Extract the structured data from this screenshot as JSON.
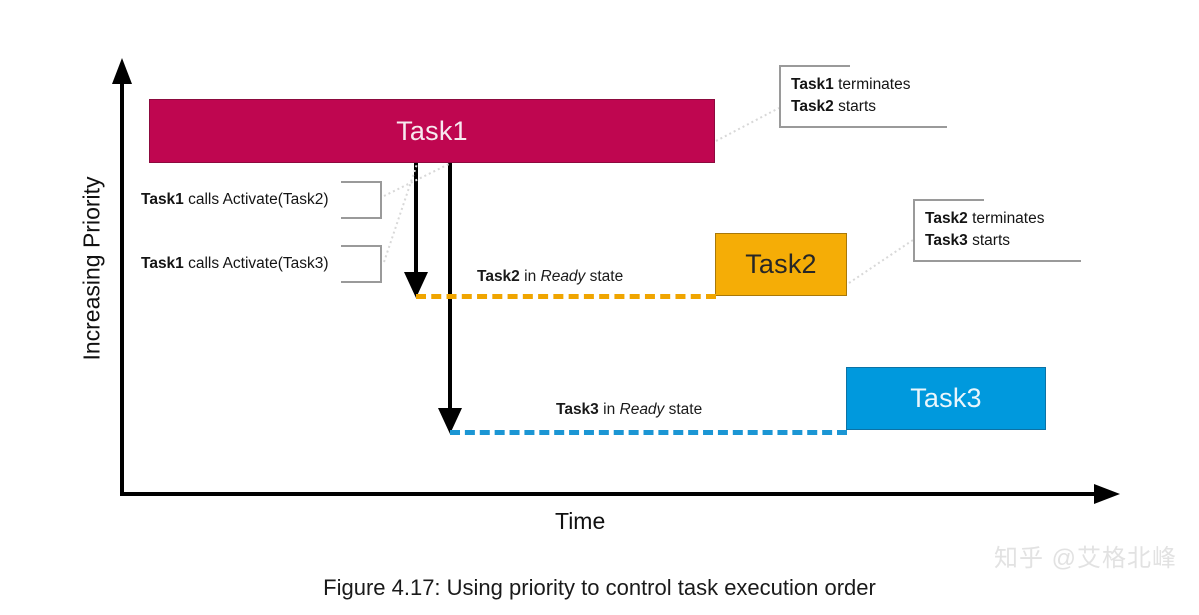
{
  "figure": {
    "caption": "Figure 4.17: Using priority to control task execution order",
    "watermark": "知乎 @艾格北峰"
  },
  "axes": {
    "y_title": "Increasing Priority",
    "x_title": "Time"
  },
  "colors": {
    "task1": "#bf0650",
    "task2": "#f5ad06",
    "task3": "#0099dd",
    "task2_ready_dash": "#f0a500",
    "task3_ready_dash": "#1b96d4",
    "axis": "#000000",
    "callout_border": "#9a9a9a",
    "leader_line": "#d8d8d8",
    "watermark": "#e2e2e2"
  },
  "tasks": [
    {
      "id": "task1",
      "label": "Task1"
    },
    {
      "id": "task2",
      "label": "Task2"
    },
    {
      "id": "task3",
      "label": "Task3"
    }
  ],
  "ready_states": [
    {
      "id": "task2-ready",
      "task": "Task2",
      "mid": " in ",
      "state": "Ready",
      "suffix": " state"
    },
    {
      "id": "task3-ready",
      "task": "Task3",
      "mid": " in ",
      "state": "Ready",
      "suffix": " state"
    }
  ],
  "callouts": [
    {
      "id": "activate-task2",
      "lines": [
        {
          "bold": "Task1",
          "rest": " calls Activate(Task2)"
        }
      ]
    },
    {
      "id": "activate-task3",
      "lines": [
        {
          "bold": "Task1",
          "rest": " calls Activate(Task3)"
        }
      ]
    },
    {
      "id": "task1-terminates",
      "lines": [
        {
          "bold": "Task1",
          "rest": " terminates"
        },
        {
          "bold": "Task2",
          "rest": " starts"
        }
      ]
    },
    {
      "id": "task2-terminates",
      "lines": [
        {
          "bold": "Task2",
          "rest": " terminates"
        },
        {
          "bold": "Task3",
          "rest": " starts"
        }
      ]
    }
  ]
}
